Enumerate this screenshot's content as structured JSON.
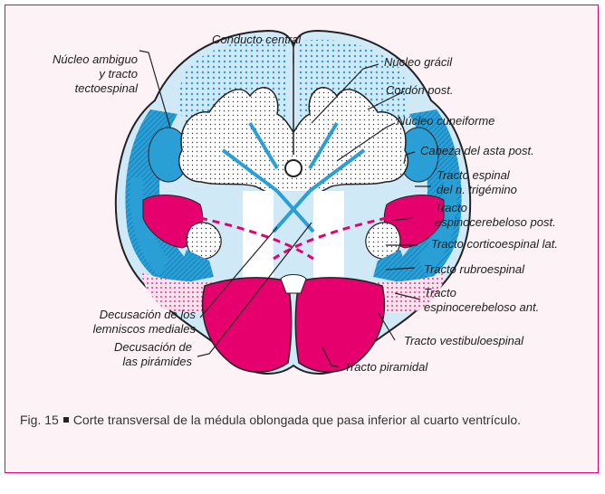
{
  "figure": {
    "labels": {
      "conducto_central": "Conducto central",
      "nucleo_ambiguo": "Núcleo ambiguo",
      "y_tracto": "y tracto",
      "tectoespinal": "tectoespinal",
      "nucleo_gracil": "Núcleo grácil",
      "cordon_post": "Cordón post.",
      "nucleo_cuneiforme": "Núcleo cuneiforme",
      "cabeza_asta": "Cabeza del asta post.",
      "tracto_espinal_1": "Tracto espinal",
      "tracto_espinal_2": "del n. trigémino",
      "tracto_ecp_1": "Tracto",
      "tracto_ecp_2": "espinocerebeloso post.",
      "tracto_corticoespinal": "Tracto corticoespinal lat.",
      "tracto_rubroespinal": "Tracto rubroespinal",
      "tracto_eca_1": "Tracto",
      "tracto_eca_2": "espinocerebeloso ant.",
      "tracto_vestibulo": "Tracto vestibuloespinal",
      "tracto_piramidal": "Tracto piramidal",
      "decus_lemn_1": "Decusación de los",
      "decus_lemn_2": "lemniscos mediales",
      "decus_pir_1": "Decusación de",
      "decus_pir_2": "las pirámides"
    },
    "colors": {
      "blue": "#2a9fd6",
      "pink": "#e5006e",
      "frame": "#e0007a"
    }
  },
  "caption": {
    "fig_label": "Fig. 15",
    "text": "Corte transversal de la médula oblongada que pasa inferior al cuarto ventrículo."
  }
}
